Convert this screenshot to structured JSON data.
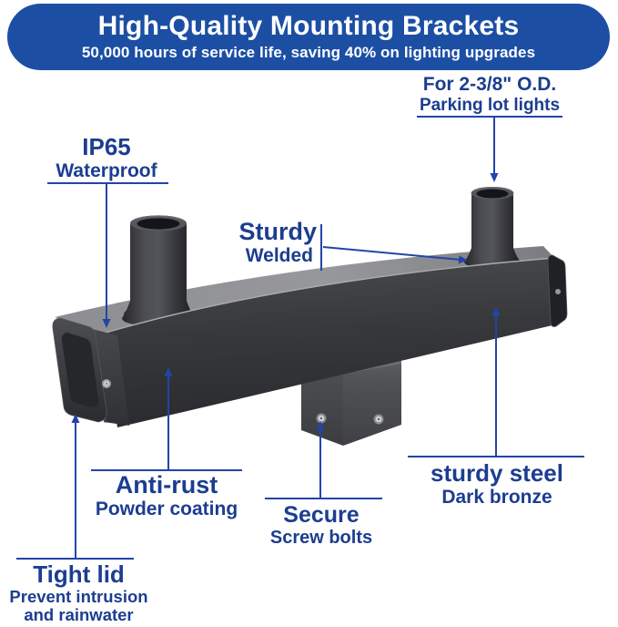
{
  "banner": {
    "title": "High-Quality Mounting Brackets",
    "subtitle": "50,000 hours of service life, saving 40% on lighting upgrades"
  },
  "callouts": {
    "pole_fit": {
      "line1": "For 2-3/8\" O.D.",
      "line2": "Parking lot lights"
    },
    "waterproof": {
      "line1": "IP65",
      "line2": "Waterproof"
    },
    "welded": {
      "line1": "Sturdy",
      "line2": "Welded"
    },
    "coating": {
      "line1": "Anti-rust",
      "line2": "Powder coating"
    },
    "bolts": {
      "line1": "Secure",
      "line2": "Screw bolts"
    },
    "steel": {
      "line1": "sturdy steel",
      "line2": "Dark bronze"
    },
    "lid": {
      "line1": "Tight lid",
      "line2": "Prevent intrusion",
      "line3": "and rainwater"
    }
  },
  "colors": {
    "banner_bg": "#1c4fa4",
    "callout_text": "#1c3d90",
    "leader_line": "#2344a8",
    "product_front": "#37383c",
    "product_top": "#898a8e"
  }
}
